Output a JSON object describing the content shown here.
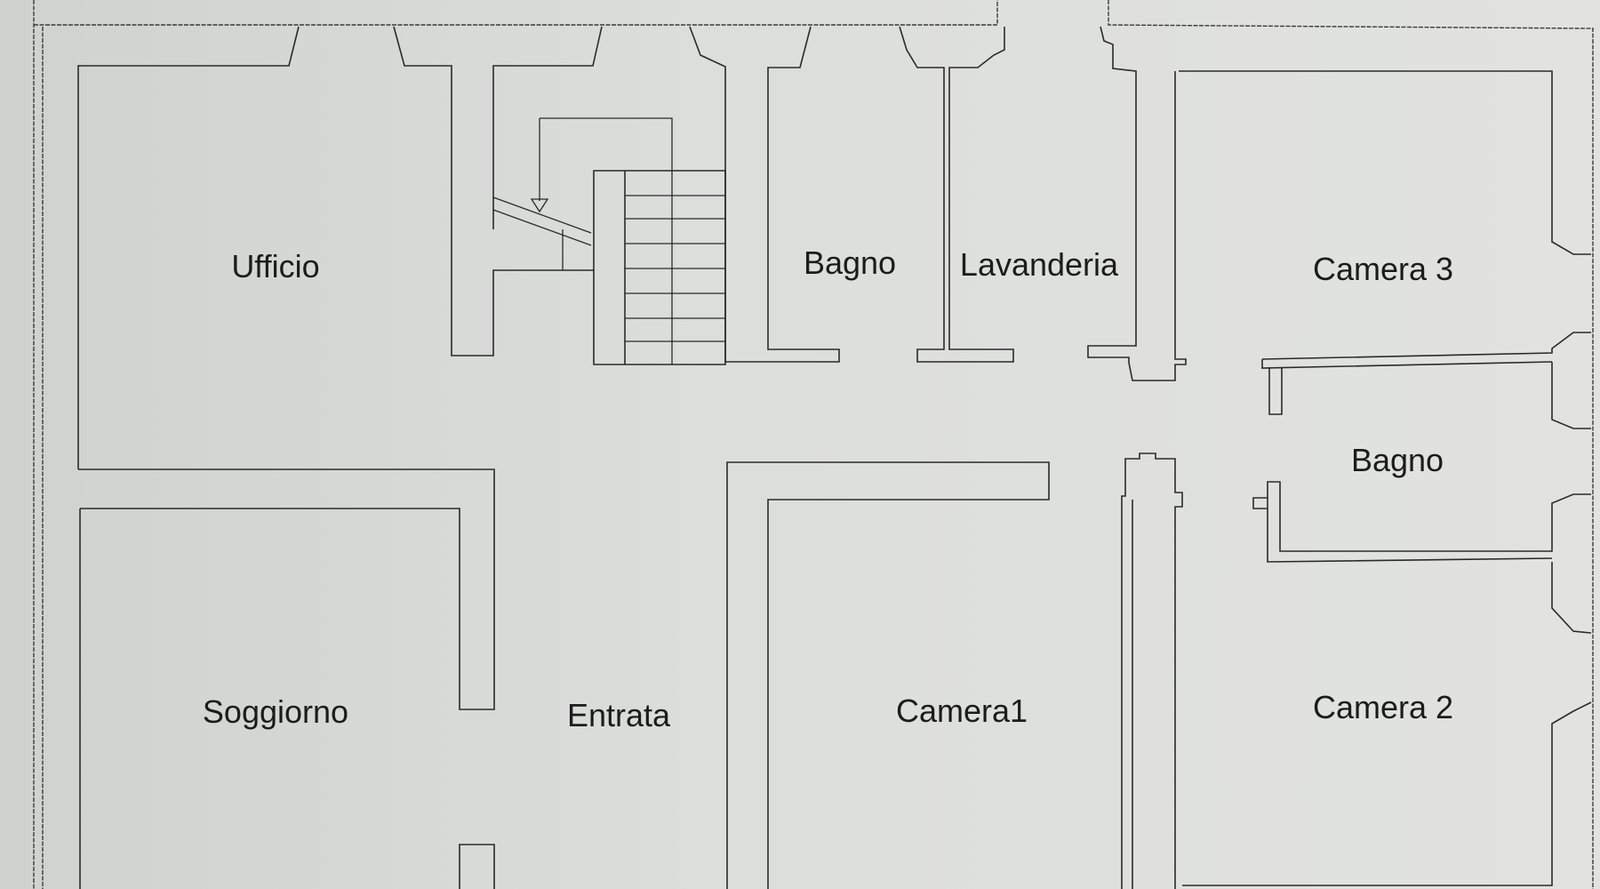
{
  "rooms": {
    "ufficio": "Ufficio",
    "bagno_upper": "Bagno",
    "lavanderia": "Lavanderia",
    "camera_3": "Camera 3",
    "bagno_right": "Bagno",
    "soggiorno": "Soggiorno",
    "entrata": "Entrata",
    "camera_1": "Camera1",
    "camera_2": "Camera 2"
  }
}
